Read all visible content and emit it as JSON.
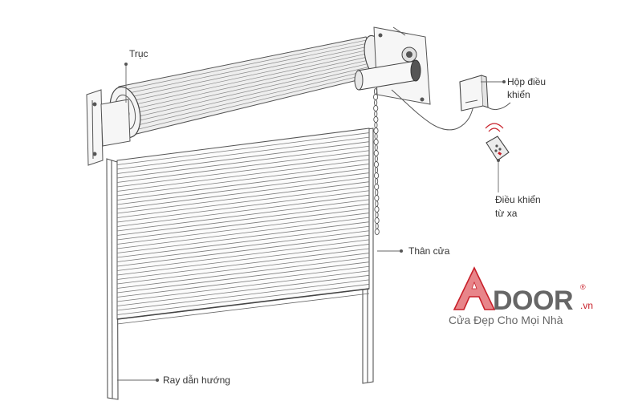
{
  "labels": {
    "axle": "Trục",
    "control_box": [
      "Hộp điều",
      "khiển"
    ],
    "remote": [
      "Điều khiển",
      "từ xa"
    ],
    "door_body": "Thân cửa",
    "guide_rail": "Ray dẫn hướng"
  },
  "logo": {
    "a": "A",
    "door": "DOOR",
    "registered": "®",
    "domain": ".vn",
    "tagline": "Cửa Đẹp Cho Mọi Nhà",
    "colors": {
      "a_fill": "#e8858a",
      "a_stroke": "#c8202a",
      "door": "#666666",
      "tagline": "#666666",
      "domain": "#c8202a"
    }
  },
  "colors": {
    "line": "#555555",
    "leader": "#666666"
  },
  "icons": [
    "wall-bracket-left",
    "wall-bracket-right",
    "motor",
    "chain",
    "control-box",
    "remote-control",
    "wifi-signal"
  ]
}
